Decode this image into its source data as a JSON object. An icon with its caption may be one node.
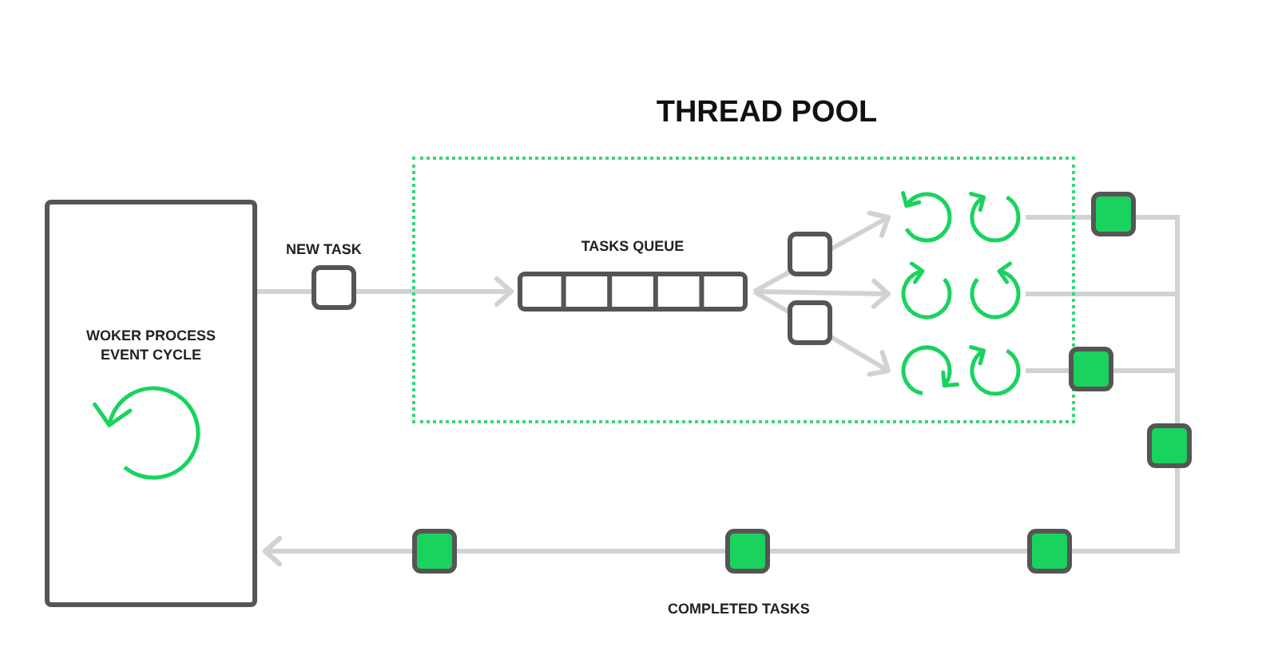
{
  "diagram": {
    "nodes": [
      {
        "text": [
          "THREAD POOL"
        ]
      },
      {
        "text": [
          "WOKER PROCESS EVENT CYCLE"
        ]
      },
      {
        "text": [
          "TASKS QUEUE"
        ],
        "in": 0
      },
      {
        "text": [],
        "shape": "circle",
        "in": 0
      },
      {
        "text": [],
        "shape": "circle",
        "in": 0
      },
      {
        "text": [],
        "shape": "circle",
        "in": 0
      }
    ],
    "edges": [
      {
        "from": 1,
        "to": 2,
        "arrow": "to",
        "label": "NEW TASK"
      },
      {
        "from": 2,
        "to": 3,
        "arrow": "to"
      },
      {
        "from": 2,
        "to": 4,
        "arrow": "to"
      },
      {
        "from": 2,
        "to": 5,
        "arrow": "to"
      },
      {
        "from": 3,
        "to": 1,
        "arrow": "to"
      },
      {
        "from": 4,
        "to": 1,
        "arrow": "to"
      },
      {
        "from": 5,
        "to": 1,
        "arrow": "to"
      }
    ],
    "labels": [
      "COMPLETED TASKS"
    ]
  }
}
